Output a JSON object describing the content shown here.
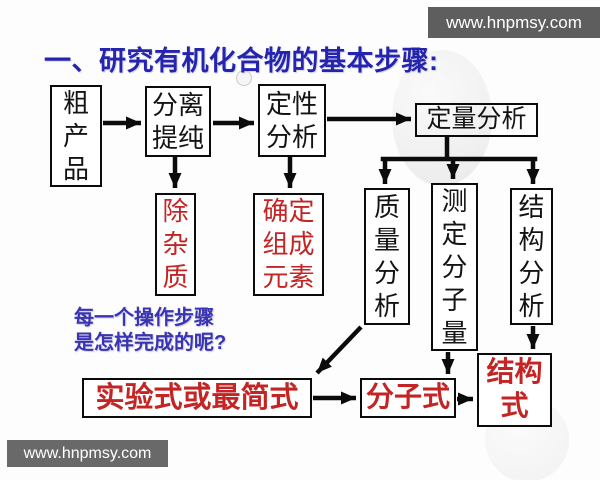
{
  "watermark_top": {
    "text": "www.hnpmsy.com"
  },
  "watermark_bottom": {
    "text": "www.hnpmsy.com"
  },
  "title": "一、研究有机化合物的基本步骤:",
  "question": {
    "text": "每一个操作步骤\n是怎样完成的呢?"
  },
  "flowchart": {
    "crude_product": {
      "text": "粗\n产\n品"
    },
    "separate_purify": {
      "text": "分离\n提纯"
    },
    "qualitative_analysis": {
      "text": "定性\n分析"
    },
    "quantitative_analysis": {
      "text": "定量分析"
    },
    "remove_impurity": {
      "text": "除\n杂\n质"
    },
    "determine_elements": {
      "text": "确定\n组成\n元素"
    },
    "mass_analysis": {
      "text": "质\n量\n分\n析"
    },
    "measure_molecular_weight": {
      "text": "测\n定\n分\n子\n量"
    },
    "structure_analysis": {
      "text": "结\n构\n分\n析"
    },
    "empirical_formula": {
      "text": "实验式或最简式"
    },
    "molecular_formula": {
      "text": "分子式"
    },
    "structural_formula": {
      "text": "结构\n式"
    }
  },
  "colors": {
    "title_blue": "#2424ae",
    "question_purple": "#3a34b2",
    "accent_red": "#c32525",
    "watermark_gray": "#5e5e5e",
    "line_black": "#0b0b0b"
  }
}
